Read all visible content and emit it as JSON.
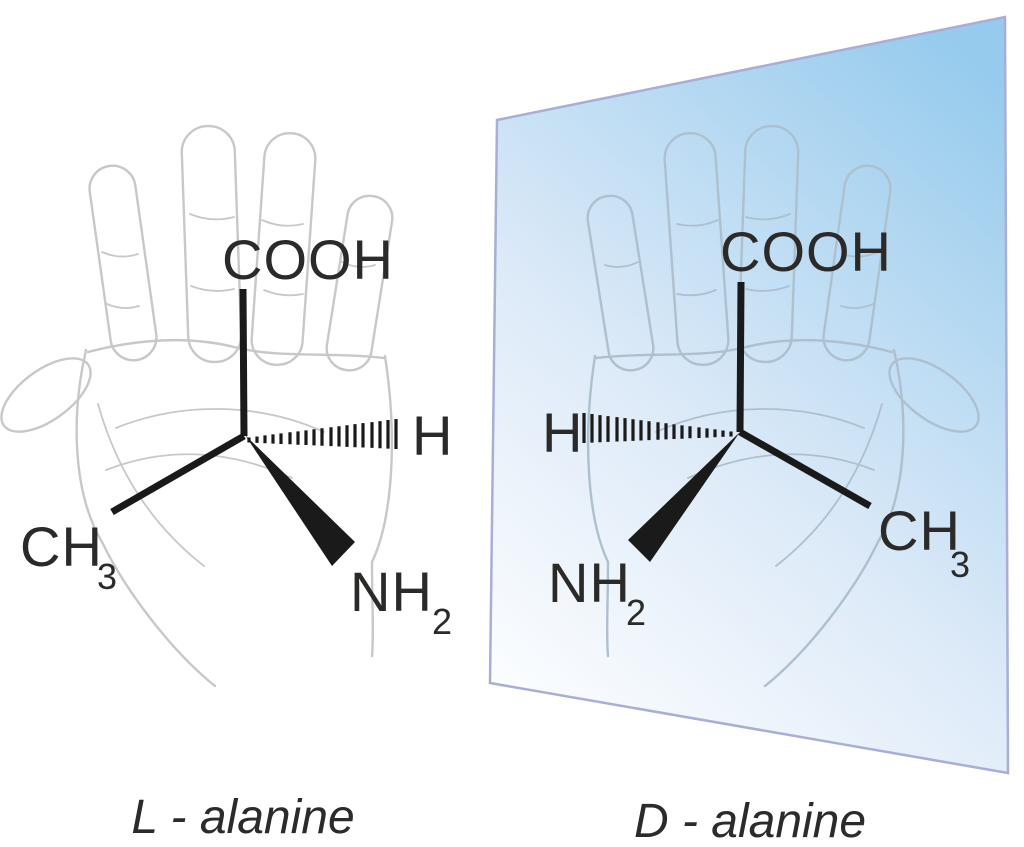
{
  "figure": {
    "left_molecule": {
      "caption": "L - alanine",
      "carboxyl": "COOH",
      "hydrogen": "H",
      "methyl": "CH",
      "methyl_subscript": "3",
      "amino": "NH",
      "amino_subscript": "2"
    },
    "right_molecule": {
      "caption": "D - alanine",
      "carboxyl": "COOH",
      "hydrogen": "H",
      "methyl": "CH",
      "methyl_subscript": "3",
      "amino": "NH",
      "amino_subscript": "2"
    },
    "colors": {
      "bond_black": "#1a1a1a",
      "label_text": "#2b2a28",
      "mirror_light": "#fdfeff",
      "mirror_mid": "#ddeaf8",
      "mirror_blue": "#96cbed",
      "mirror_border": "#a8aed6",
      "hand_left": "#c8c8c8",
      "hand_right": "#aec0ce"
    }
  }
}
